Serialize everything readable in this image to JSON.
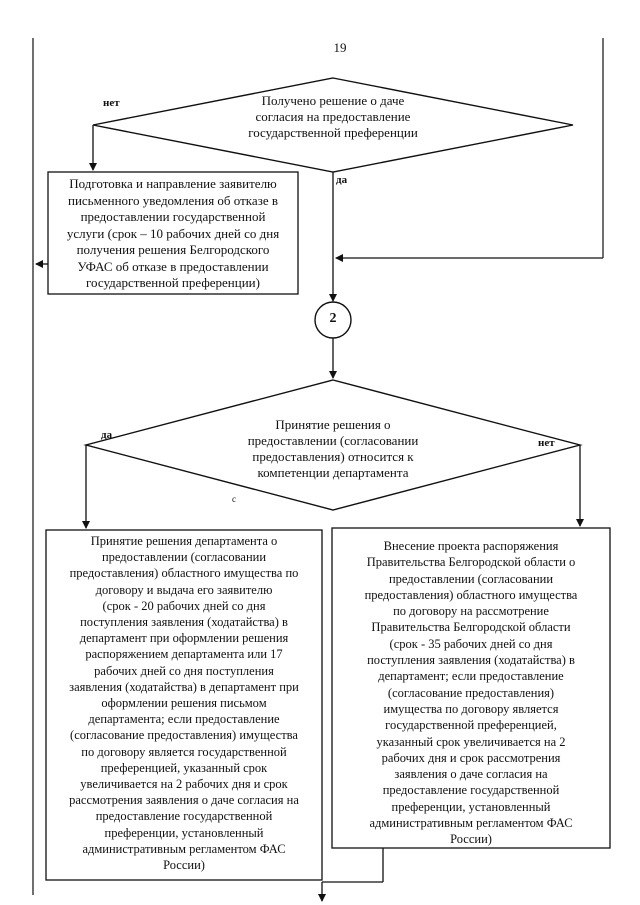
{
  "page_number": "19",
  "decision1": {
    "text": "Получено решение о даче\nсогласия на предоставление\nгосударственной преференции",
    "no_label": "нет",
    "yes_label": "да"
  },
  "box_refusal": {
    "text": "Подготовка и направление заявителю\nписьменного уведомления об отказе в\nпредоставлении государственной\nуслуги (срок – 10 рабочих дней со дня\nполучения  решения Белгородского\nУФАС об отказе в предоставлении\nгосударственной преференции)"
  },
  "connector": {
    "label": "2"
  },
  "decision2": {
    "text": "Принятие решения о\nпредоставлении (согласовании\nпредоставления) относится к\nкомпетенции департамента",
    "yes_label": "да",
    "no_label": "нет"
  },
  "stray_mark": "с",
  "box_department": {
    "text": "Принятие решения департамента о\nпредоставлении (согласовании\nпредоставления) областного имущества по\nдоговору и выдача его заявителю\n(срок - 20 рабочих дней со дня\nпоступления заявления (ходатайства) в\nдепартамент при оформлении решения\nраспоряжением департамента или 17\nрабочих дней со дня поступления\nзаявления (ходатайства) в департамент при\nоформлении решения письмом\nдепартамента; если предоставление\n(согласование предоставления) имущества\nпо договору является государственной\nпреференцией, указанный срок\nувеличивается на 2 рабочих дня и  срок\nрассмотрения заявления о даче согласия на\nпредоставление государственной\nпреференции, установленный\nадминистративным регламентом ФАС\nРоссии)"
  },
  "box_government": {
    "text": "Внесение проекта распоряжения\nПравительства Белгородской области о\nпредоставлении (согласовании\nпредоставления) областного имущества\nпо договору на рассмотрение\nПравительства Белгородской области\n(срок - 35 рабочих дней со дня\nпоступления заявления (ходатайства) в\nдепартамент; если предоставление\n(согласование предоставления)\nимущества по договору является\nгосударственной преференцией,\nуказанный срок увеличивается на 2\nрабочих дня и срок рассмотрения\nзаявления о даче согласия на\nпредоставление государственной\nпреференции, установленный\nадминистративным регламентом ФАС\nРоссии)"
  }
}
